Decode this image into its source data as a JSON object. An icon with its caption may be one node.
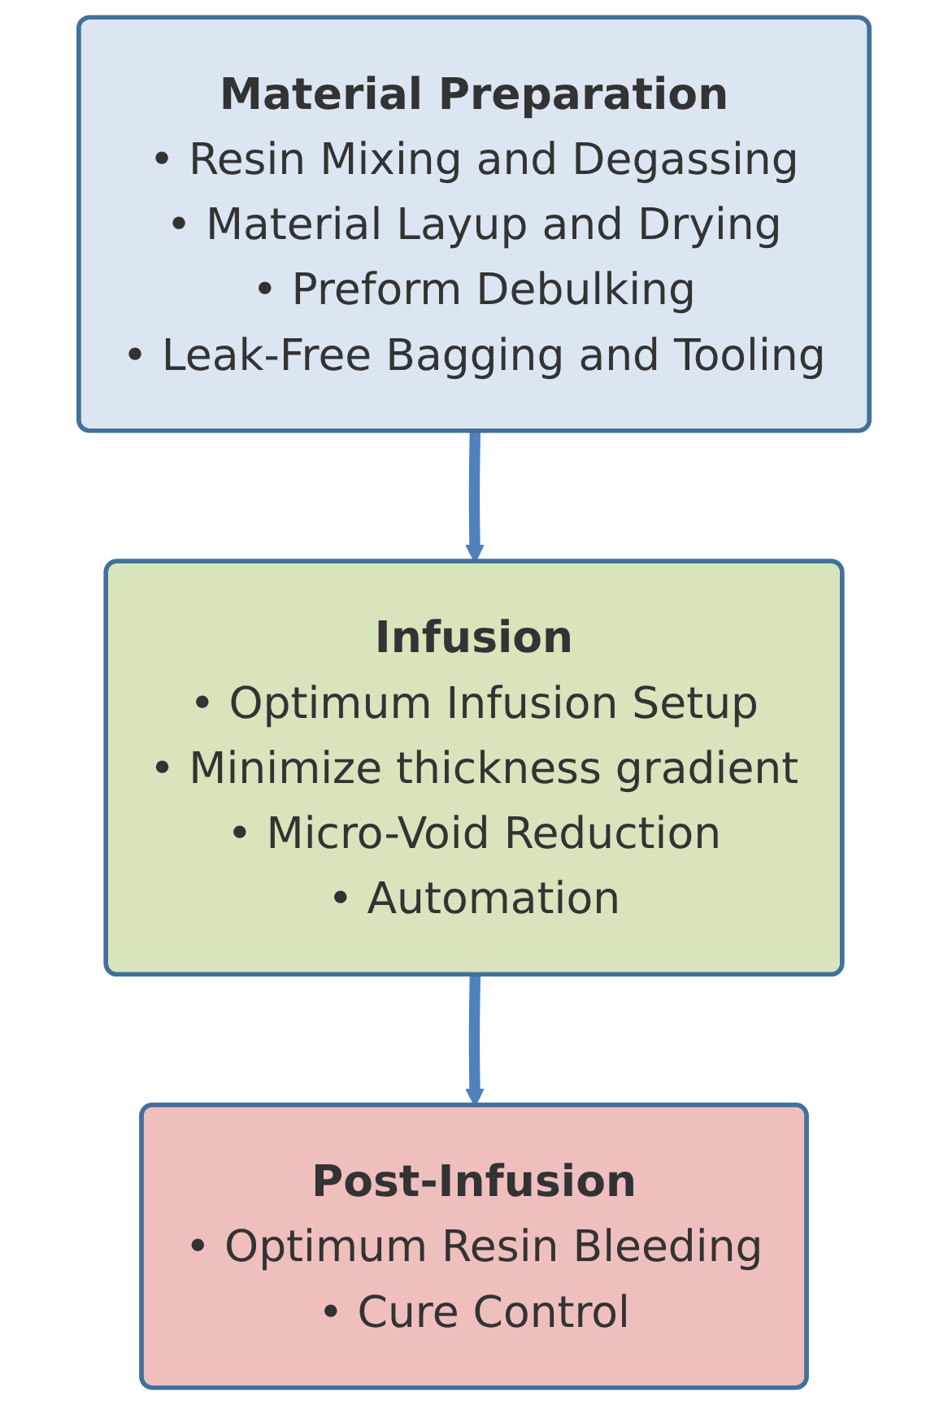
{
  "diagram": {
    "nodes": [
      {
        "text": [
          "Material Preparation",
          "• Resin Mixing and Degassing",
          "• Material Layup and Drying",
          "• Preform Debulking",
          "• Leak-Free Bagging and Tooling"
        ]
      },
      {
        "text": [
          "Infusion",
          "• Optimum Infusion Setup",
          "• Minimize thickness gradient",
          "• Micro-Void Reduction",
          "• Automation"
        ]
      },
      {
        "text": [
          "Post-Infusion",
          "• Optimum Resin Bleeding",
          "• Cure Control"
        ]
      }
    ],
    "edges": [
      {
        "from": 0,
        "to": 1,
        "arrow": "to"
      },
      {
        "from": 1,
        "to": 2,
        "arrow": "to"
      }
    ]
  }
}
